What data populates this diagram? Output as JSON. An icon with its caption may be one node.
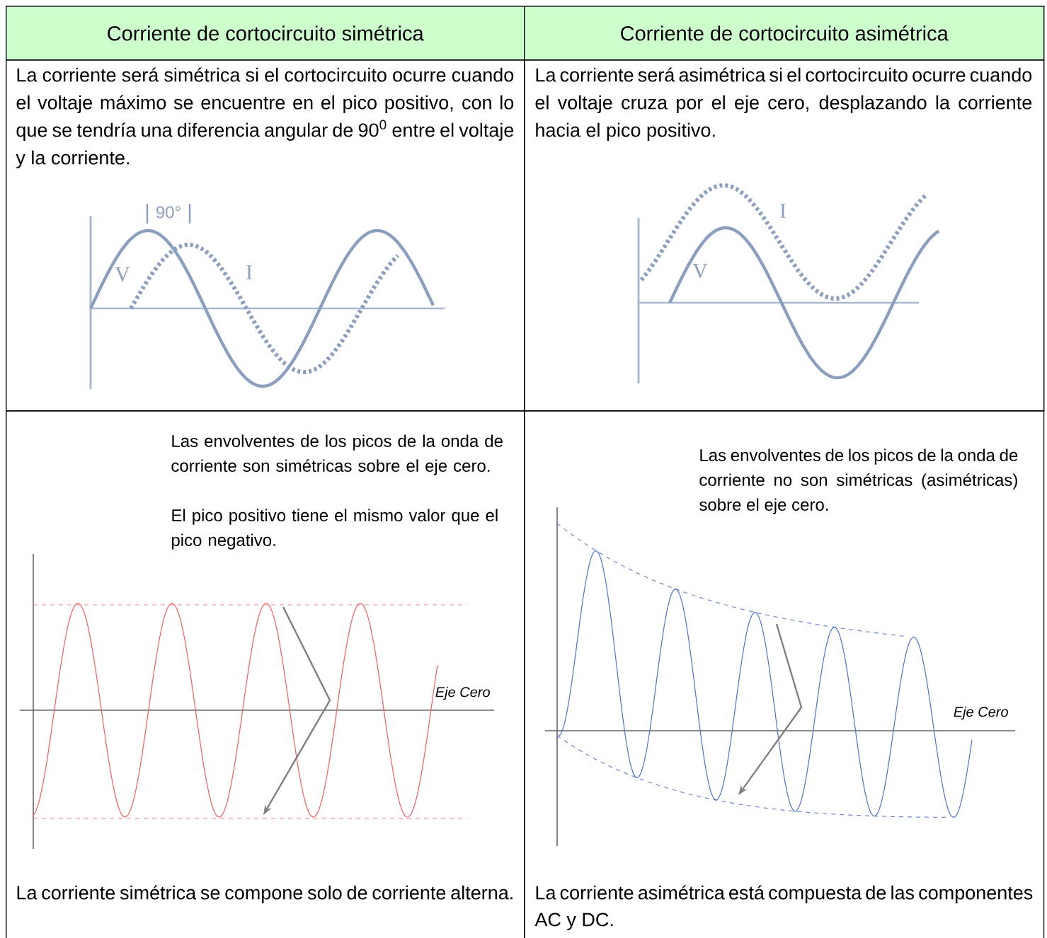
{
  "diagram": {
    "nodes": [
      {
        "text": [
          "Corriente de cortocircuito simétrica"
        ]
      },
      {
        "text": [
          "Corriente de cortocircuito asimétrica"
        ]
      },
      {
        "text": [
          "La corriente será simétrica si el cortocircuito ocurre cuando el voltaje máximo se encuentre en el pico positivo, con lo que se tendría una diferencia angular de 90$^{0}$ entre el voltaje y la corriente."
        ]
      },
      {
        "text": [
          "La corriente será asimétrica si el cortocircuito ocurre cuando el voltaje cruza por el eje cero, desplazando la corriente hacia el pico positivo."
        ]
      },
      {
        "text": [
          "Las envolventes de los picos de la onda de corriente son simétricas sobre el eje cero.",
          "El pico positivo tiene el mismo valor que el pico negativo.",
          "La corriente simétrica se compone solo de corriente alterna."
        ]
      },
      {
        "text": [
          "Las envolventes de los picos de la onda de corriente no son simétricas (asimétricas) sobre el eje cero.",
          "La corriente asimétrica está compuesta de las componentes AC y DC."
        ]
      }
    ],
    "labels": [
      "90°",
      "V",
      "I",
      "V",
      "I",
      "Eje Cero",
      "Eje Cero"
    ]
  }
}
